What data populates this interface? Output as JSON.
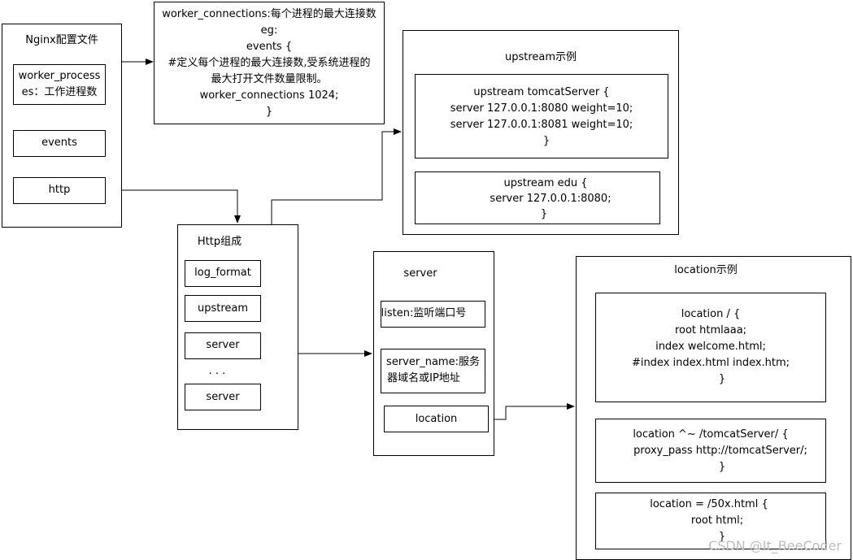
{
  "nginx_file": {
    "title": "Nginx配置文件",
    "worker_processes": [
      "worker_process",
      "es：工作进程数"
    ],
    "events": "events",
    "http": "http"
  },
  "events_note": {
    "lines": [
      "worker_connections:每个进程的最大连接数",
      "eg:",
      "events {",
      "#定义每个进程的最大连接数,受系统进程的",
      "最大打开文件数量限制。",
      "worker_connections  1024;",
      "}"
    ]
  },
  "upstream_example": {
    "title": "upstream示例",
    "block1": [
      "upstream tomcatServer {",
      "server 127.0.0.1:8080  weight=10;",
      "server 127.0.0.1:8081  weight=10;",
      "}"
    ],
    "block2": [
      "upstream edu {",
      "server 127.0.0.1:8080;",
      "}"
    ]
  },
  "http_group": {
    "title": "Http组成",
    "log_format": "log_format",
    "upstream": "upstream",
    "server1": "server",
    "dots": ". . .",
    "server2": "server"
  },
  "server_group": {
    "title": "server",
    "listen": "listen:监听端口号",
    "server_name": [
      "server_name:服务",
      "器域名或IP地址"
    ],
    "location": "location"
  },
  "location_example": {
    "title": "location示例",
    "block1": [
      "location / {",
      "root    htmlaaa;",
      "index  welcome.html;",
      "#index  index.html index.htm;",
      "}"
    ],
    "block2": [
      "location ^~ /tomcatServer/ {",
      "proxy_pass http://tomcatServer/;",
      "}"
    ],
    "block3": [
      "location = /50x.html {",
      "root    html;",
      "}"
    ]
  },
  "watermark": "CSDN @It_BeeCoder"
}
